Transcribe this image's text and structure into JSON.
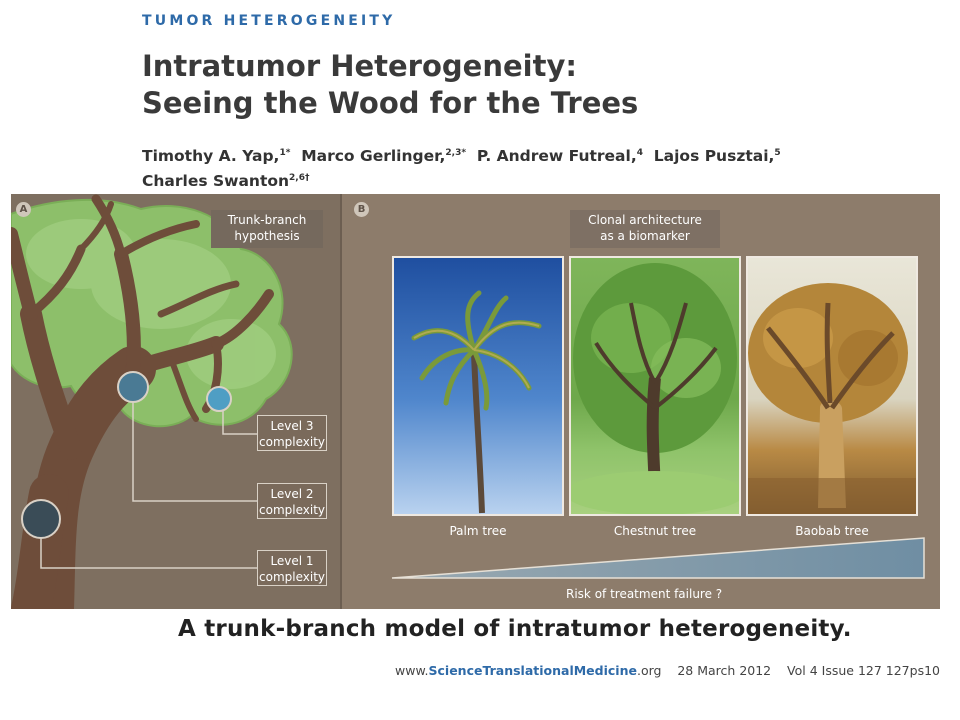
{
  "header": {
    "section_label": "TUMOR HETEROGENEITY",
    "title_line1": "Intratumor Heterogeneity:",
    "title_line2": "Seeing the Wood for the Trees"
  },
  "authors": [
    {
      "name": "Timothy A. Yap,",
      "sup": "1*"
    },
    {
      "name": "Marco Gerlinger,",
      "sup": "2,3*"
    },
    {
      "name": "P. Andrew Futreal,",
      "sup": "4"
    },
    {
      "name": "Lajos Pusztai,",
      "sup": "5"
    },
    {
      "name": "Charles Swanton",
      "sup": "2,6†"
    }
  ],
  "figure": {
    "panel_a": {
      "letter": "A",
      "caption_line1": "Trunk-branch",
      "caption_line2": "hypothesis",
      "levels": [
        {
          "line1": "Level 3",
          "line2": "complexity"
        },
        {
          "line1": "Level 2",
          "line2": "complexity"
        },
        {
          "line1": "Level 1",
          "line2": "complexity"
        }
      ]
    },
    "panel_b": {
      "letter": "B",
      "caption_line1": "Clonal architecture",
      "caption_line2": "as a biomarker",
      "trees": [
        {
          "label": "Palm tree"
        },
        {
          "label": "Chestnut tree"
        },
        {
          "label": "Baobab tree"
        }
      ],
      "risk_label": "Risk of treatment failure ?"
    },
    "colors": {
      "panel_bg": "#8d7c6b",
      "trunk": "#6e4d3a",
      "foliage": "#8dbf6a",
      "risk_wedge": "#7f97a8"
    }
  },
  "caption": "A trunk-branch model of intratumor heterogeneity.",
  "footer": {
    "prefix": "www.",
    "brand": "ScienceTranslationalMedicine",
    "suffix": ".org",
    "date": "28 March 2012",
    "volume": "Vol 4 Issue 127 127ps10"
  }
}
